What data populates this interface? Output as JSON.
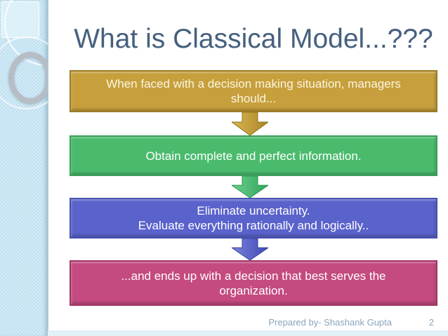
{
  "slide": {
    "title": "What is Classical Model...???",
    "steps": [
      {
        "name": "decision-situation",
        "lines": [
          "When faced with a decision making situation, managers",
          "should..."
        ],
        "fill": "#c7a03d",
        "border_color": "#9c7c21"
      },
      {
        "name": "obtain-information",
        "lines": [
          "Obtain complete and perfect information."
        ],
        "fill": "#4abb6d",
        "border_color": "#379f57"
      },
      {
        "name": "eliminate-uncertainty",
        "lines": [
          "Eliminate uncertainty.",
          "Evaluate everything rationally and logically.."
        ],
        "fill": "#5a62cb",
        "border_color": "#4550b2"
      },
      {
        "name": "best-decision",
        "lines": [
          "...and ends up with a decision that best serves the",
          "organization."
        ],
        "fill": "#c44a80",
        "border_color": "#a23463"
      }
    ],
    "arrow_colors": [
      {
        "light": "#dcb54f",
        "dark": "#a8862a"
      },
      {
        "light": "#6fcf8f",
        "dark": "#2ea65b"
      },
      {
        "light": "#7b83dc",
        "dark": "#3f49b3"
      }
    ],
    "footer": {
      "prepared_by": "Prepared by- Shashank Gupta",
      "page_number": "2"
    },
    "colors": {
      "title_text": "#46607e",
      "sidebar_bg": "#bfe0f1",
      "footer_text": "#8aa4bd"
    }
  }
}
